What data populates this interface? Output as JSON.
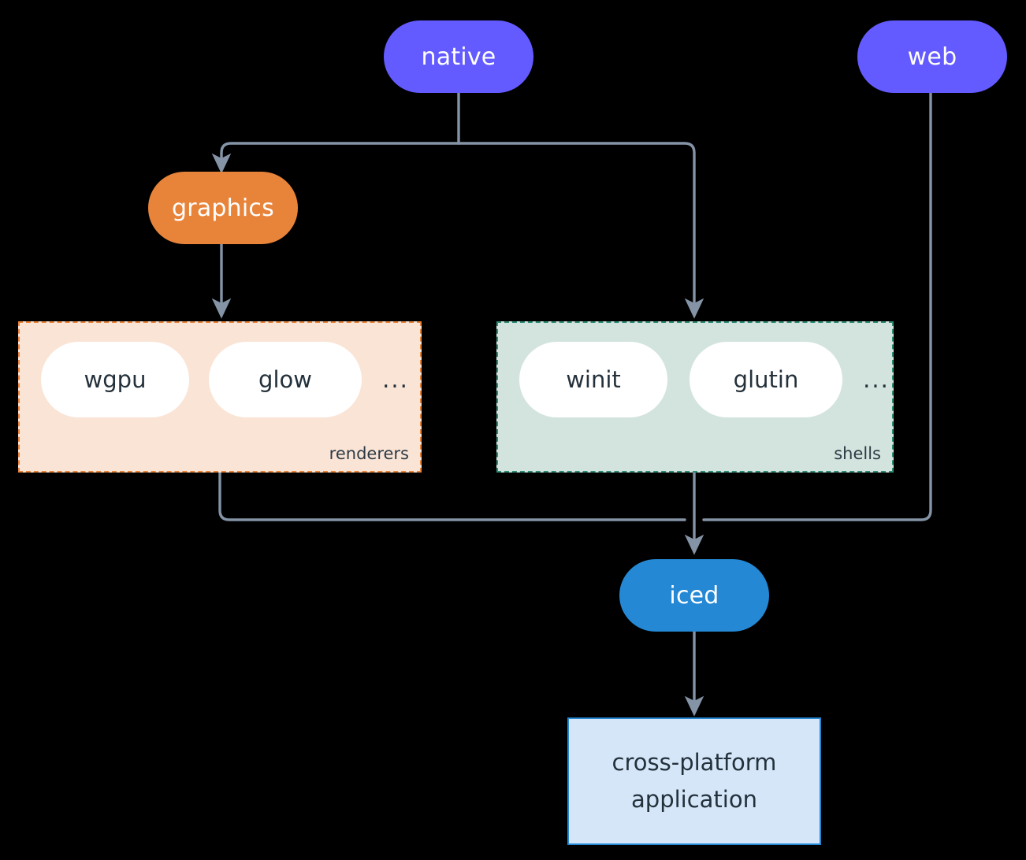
{
  "diagram": {
    "type": "architecture-flow",
    "background_color": "#000000",
    "edge_color": "#8494A6",
    "nodes": {
      "native": {
        "label": "native",
        "shape": "stadium",
        "fill": "#635BFF",
        "text_color": "#ffffff"
      },
      "web": {
        "label": "web",
        "shape": "stadium",
        "fill": "#635BFF",
        "text_color": "#ffffff"
      },
      "graphics": {
        "label": "graphics",
        "shape": "stadium",
        "fill": "#E8833A",
        "text_color": "#ffffff"
      },
      "iced": {
        "label": "iced",
        "shape": "stadium",
        "fill": "#2488D4",
        "text_color": "#ffffff"
      },
      "application": {
        "label_line1": "cross-platform",
        "label_line2": "application",
        "shape": "rectangle",
        "fill": "#D4E6F8",
        "border": "#2488D4",
        "text_color": "#24313B"
      }
    },
    "clusters": [
      {
        "id": "renderers",
        "label": "renderers",
        "fill": "#FAE4D6",
        "border_color": "#E8833A",
        "border_style": "dashed",
        "items": [
          {
            "label": "wgpu"
          },
          {
            "label": "glow"
          }
        ],
        "ellipsis": "..."
      },
      {
        "id": "shells",
        "label": "shells",
        "fill": "#D3E4DE",
        "border_color": "#2E8B74",
        "border_style": "dashed",
        "items": [
          {
            "label": "winit"
          },
          {
            "label": "glutin"
          }
        ],
        "ellipsis": "..."
      }
    ],
    "edges": [
      {
        "from": "native",
        "to": "graphics"
      },
      {
        "from": "native",
        "to": "shells"
      },
      {
        "from": "graphics",
        "to": "renderers"
      },
      {
        "from": "renderers",
        "to": "iced"
      },
      {
        "from": "shells",
        "to": "iced"
      },
      {
        "from": "web",
        "to": "iced"
      },
      {
        "from": "iced",
        "to": "application"
      }
    ]
  }
}
